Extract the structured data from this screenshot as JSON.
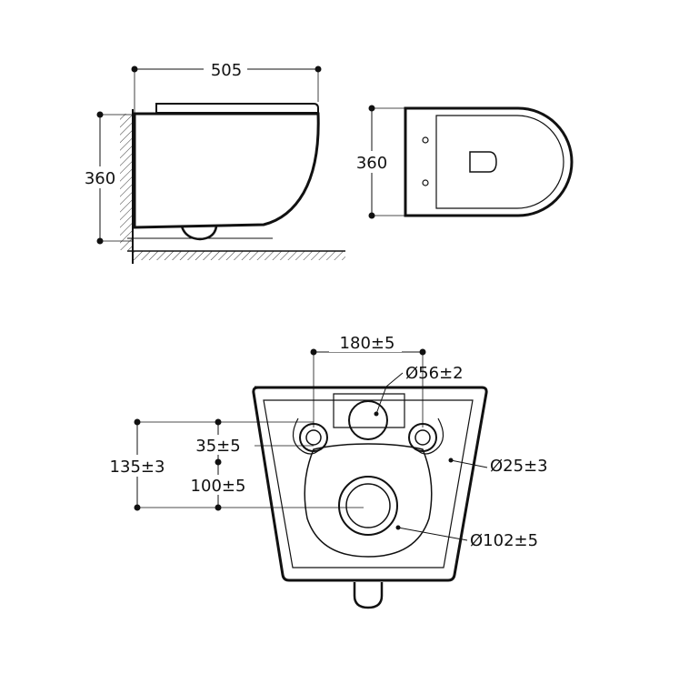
{
  "side_view": {
    "width_label": "505",
    "height_label": "360"
  },
  "top_view": {
    "height_label": "360"
  },
  "back_view": {
    "inlet_spacing_label": "180±5",
    "inlet_diameter_label": "Ø56±2",
    "fixing_offset_label": "35±5",
    "outlet_height_label": "135±3",
    "outlet_offset_label": "100±5",
    "fixing_hole_label": "Ø25±3",
    "outlet_diameter_label": "Ø102±5"
  }
}
